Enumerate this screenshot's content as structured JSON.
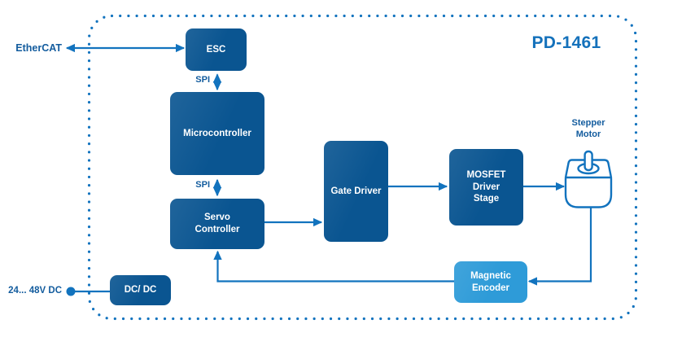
{
  "diagram": {
    "title": "PD-1461",
    "labels": {
      "ethercat": "EtherCAT",
      "spi_top": "SPI",
      "spi_bottom": "SPI",
      "power_input": "24... 48V DC",
      "stepper_motor": "Stepper\nMotor"
    },
    "blocks": {
      "esc": {
        "label": "ESC"
      },
      "microcontroller": {
        "label": "Microcontroller"
      },
      "servo_controller": {
        "label": "Servo\nController"
      },
      "gate_driver": {
        "label": "Gate Driver"
      },
      "mosfet_driver_stage": {
        "label": "MOSFET\nDriver\nStage"
      },
      "dc_dc": {
        "label": "DC/ DC"
      },
      "magnetic_encoder": {
        "label": "Magnetic\nEncoder"
      }
    },
    "connections": [
      {
        "from": "EtherCAT",
        "to": "ESC",
        "type": "bidirectional"
      },
      {
        "from": "ESC",
        "to": "Microcontroller",
        "type": "bidirectional",
        "bus": "SPI"
      },
      {
        "from": "Microcontroller",
        "to": "Servo Controller",
        "type": "bidirectional",
        "bus": "SPI"
      },
      {
        "from": "Servo Controller",
        "to": "Gate Driver",
        "type": "unidirectional"
      },
      {
        "from": "Gate Driver",
        "to": "MOSFET Driver Stage",
        "type": "unidirectional"
      },
      {
        "from": "MOSFET Driver Stage",
        "to": "Stepper Motor",
        "type": "unidirectional"
      },
      {
        "from": "Stepper Motor",
        "to": "Magnetic Encoder",
        "type": "unidirectional"
      },
      {
        "from": "Magnetic Encoder",
        "to": "Servo Controller",
        "type": "unidirectional"
      },
      {
        "from": "24... 48V DC",
        "to": "DC/ DC",
        "type": "supply"
      }
    ],
    "colors": {
      "block_fill": "#0A5591",
      "wire_blue": "#1273BE",
      "encoder_fill": "#2E9BD8",
      "label_text": "#135C9E",
      "title_text": "#1471BB",
      "block_text": "#FFFFFF",
      "background": "#FFFFFF"
    },
    "icons": {
      "stepper_motor_icon": "stepper-motor"
    }
  }
}
